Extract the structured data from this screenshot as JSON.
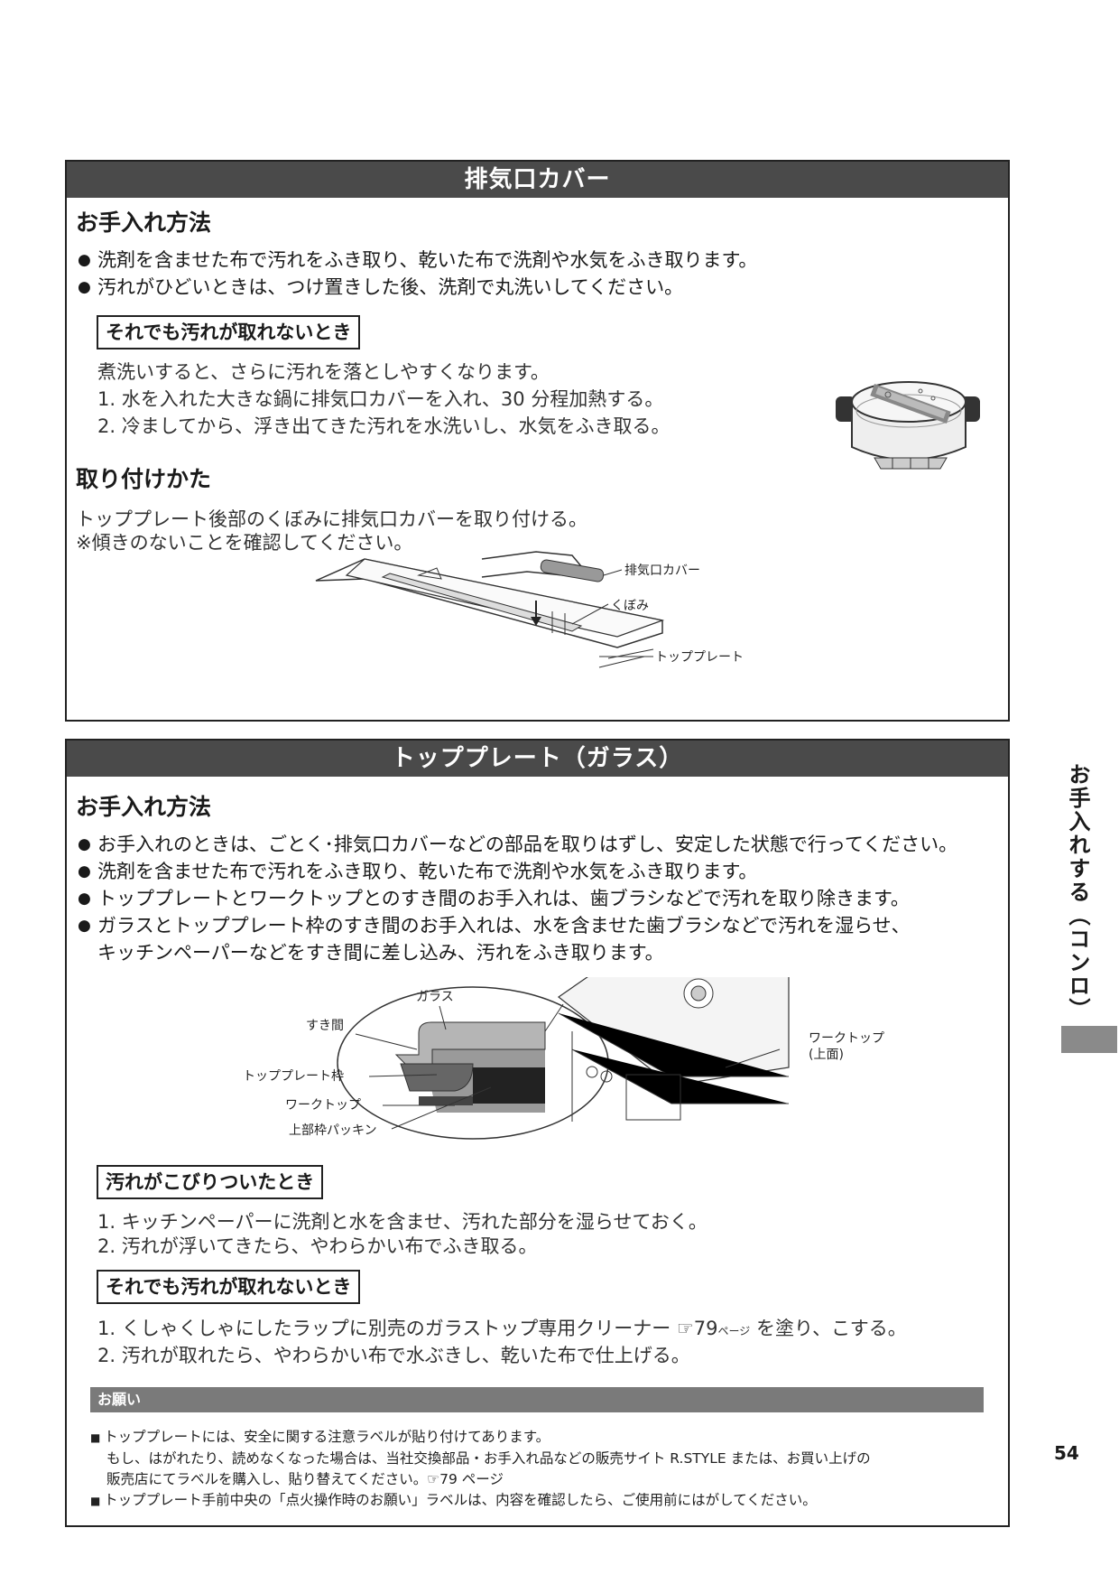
{
  "section1": {
    "title": "排気口カバー",
    "care_heading": "お手入れ方法",
    "care_bullets": [
      "洗剤を含ませた布で汚れをふき取り、乾いた布で洗剤や水気をふき取ります。",
      "汚れがひどいときは、つけ置きした後、洗剤で丸洗いしてください。"
    ],
    "stubborn_box": "それでも汚れが取れないとき",
    "stubborn_intro": "煮洗いすると、さらに汚れを落としやすくなります。",
    "stubborn_steps": [
      "1. 水を入れた大きな鍋に排気口カバーを入れ、30 分程加熱する。",
      "2. 冷ましてから、浮き出てきた汚れを水洗いし、水気をふき取る。"
    ],
    "install_heading": "取り付けかた",
    "install_text": "トッププレート後部のくぼみに排気口カバーを取り付ける。",
    "install_note": "※傾きのないことを確認してください。",
    "diagram_labels": {
      "cover": "排気口カバー",
      "recess": "くぼみ",
      "plate": "トッププレート"
    }
  },
  "section2": {
    "title": "トッププレート（ガラス）",
    "care_heading": "お手入れ方法",
    "care_bullets": [
      "お手入れのときは、ごとく･排気口カバーなどの部品を取りはずし、安定した状態で行ってください。",
      "洗剤を含ませた布で汚れをふき取り、乾いた布で洗剤や水気をふき取ります。",
      "トッププレートとワークトップとのすき間のお手入れは、歯ブラシなどで汚れを取り除きます。"
    ],
    "care_bullet4_line1": "ガラスとトッププレート枠のすき間のお手入れは、水を含ませた歯ブラシなどで汚れを湿らせ、",
    "care_bullet4_line2": "キッチンペーパーなどをすき間に差し込み、汚れをふき取ります。",
    "diagram_labels": {
      "glass": "ガラス",
      "gap": "すき間",
      "frame": "トッププレート枠",
      "worktop": "ワークトップ",
      "packing": "上部枠パッキン",
      "worktop_top_1": "ワークトップ",
      "worktop_top_2": "(上面)"
    },
    "stuck_box": "汚れがこびりついたとき",
    "stuck_steps": [
      "1. キッチンペーパーに洗剤と水を含ませ、汚れた部分を湿らせておく。",
      "2. 汚れが浮いてきたら、やわらかい布でふき取る。"
    ],
    "stubborn_box": "それでも汚れが取れないとき",
    "stubborn_step1_a": "1. くしゃくしゃにしたラップに別売のガラストップ専用クリーナー ",
    "stubborn_step1_ref": "☞79",
    "stubborn_step1_page": "ページ",
    "stubborn_step1_b": " を塗り、こする。",
    "stubborn_step2": "2. 汚れが取れたら、やわらかい布で水ぶきし、乾いた布で仕上げる。",
    "request_heading": "お願い",
    "request_items": [
      "トッププレートには、安全に関する注意ラベルが貼り付けてあります。",
      "もし、はがれたり、読めなくなった場合は、当社交換部品・お手入れ品などの販売サイト R.STYLE または、お買い上げの",
      "販売店にてラベルを購入し、貼り替えてください。☞79 ページ",
      "トッププレート手前中央の「点火操作時のお願い」ラベルは、内容を確認したら、ご使用前にはがしてください。"
    ]
  },
  "side_tab": "お手入れする（コンロ）",
  "page_number": "54"
}
